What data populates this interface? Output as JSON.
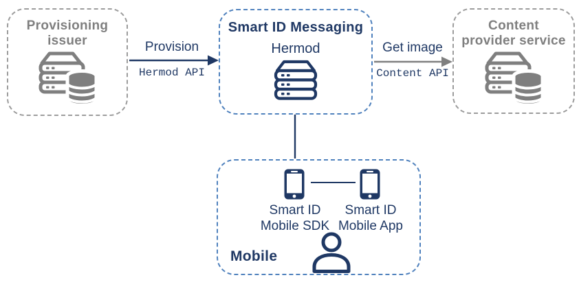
{
  "diagram": {
    "provisioning_issuer": {
      "title": "Provisioning\nissuer"
    },
    "smart_id_messaging": {
      "title": "Smart ID Messaging",
      "subtitle": "Hermod"
    },
    "content_provider": {
      "title": "Content\nprovider service"
    },
    "mobile": {
      "title": "Mobile",
      "sdk_label": "Smart ID\nMobile SDK",
      "app_label": "Smart ID\nMobile App"
    },
    "edges": {
      "provision": {
        "label": "Provision",
        "api": "Hermod API"
      },
      "get_image": {
        "label": "Get image",
        "api": "Content API"
      }
    },
    "colors": {
      "navy": "#1f3864",
      "gray": "#7f7f7f",
      "gray_border": "#9c9c9c",
      "blue_border": "#4f81bd",
      "gray_arrow": "#7f7f7f"
    }
  }
}
